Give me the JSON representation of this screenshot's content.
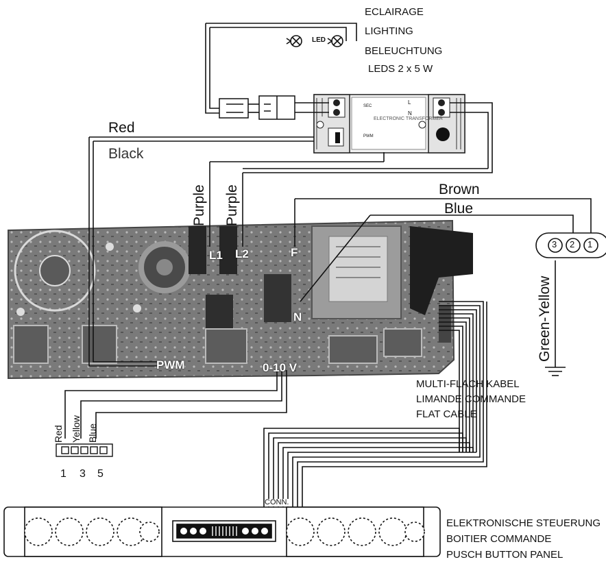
{
  "labels": {
    "lighting_fr": "ECLAIRAGE",
    "lighting_en": "LIGHTING",
    "lighting_de": "BELEUCHTUNG",
    "leds": "LEDS 2 x 5 W",
    "led_tag": "LED",
    "transformer_sec": "SEC",
    "transformer_pwm": "PWM",
    "transformer_name": "ELECTRONIC TRANSFORMER",
    "transformer_l": "L",
    "transformer_n": "N",
    "red": "Red",
    "black": "Black",
    "purple_1": "Purple",
    "purple_2": "Purple",
    "brown": "Brown",
    "blue": "Blue",
    "green_yellow": "Green-Yellow",
    "pin_l1": "L1",
    "pin_l2": "L2",
    "pin_f": "F",
    "pin_n": "N",
    "pin_pwm": "PWM",
    "pin_010v": "0-10 V",
    "terminal_1": "1",
    "terminal_2": "2",
    "terminal_3": "3",
    "conn_red": "Red",
    "conn_yellow": "Yellow",
    "conn_blue": "Blue",
    "conn_num_1": "1",
    "conn_num_3": "3",
    "conn_num_5": "5",
    "flat_de": "MULTI-FLACH KABEL",
    "flat_fr": "LIMANDE COMMANDE",
    "flat_en": "FLAT CABLE",
    "conn": "CONN.",
    "panel_de": "ELEKTRONISCHE STEUERUNG",
    "panel_fr": "BOITIER COMMANDE",
    "panel_en": "PUSCH BUTTON PANEL"
  },
  "colors": {
    "wire": "#111111",
    "board": "#6e6e6e",
    "board_dark": "#3c3c3c"
  }
}
